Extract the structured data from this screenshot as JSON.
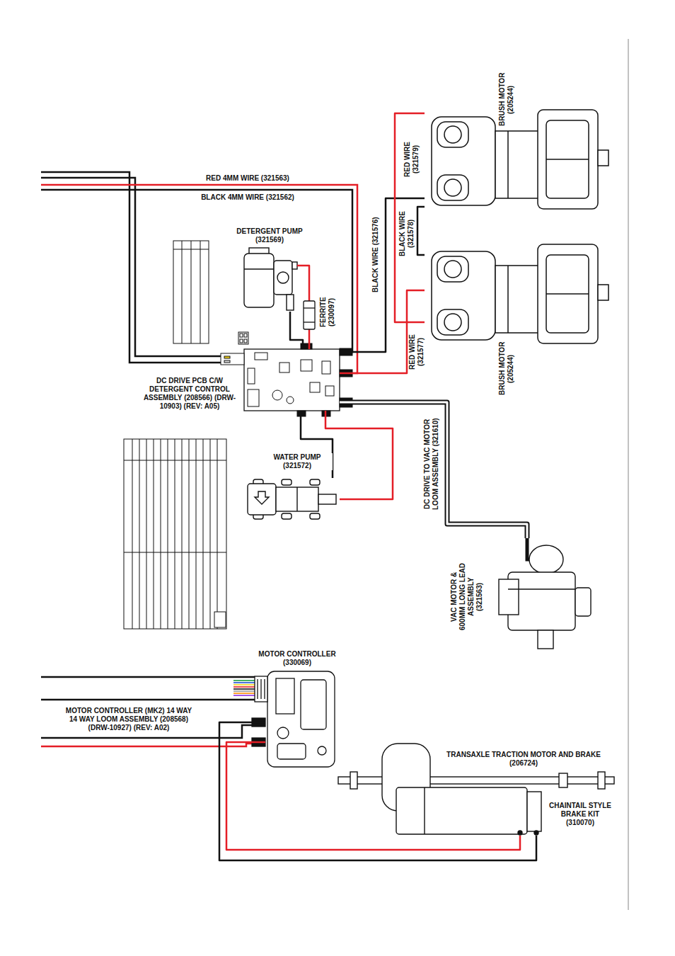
{
  "diagram": {
    "nodes": [
      {
        "text": [
          "BRUSH MOTOR (205244)"
        ]
      },
      {
        "text": [
          "DETERGENT PUMP (321569)"
        ]
      },
      {
        "text": [
          "BRUSH MOTOR (205244)"
        ]
      },
      {
        "text": [
          "DC DRIVE PCB C/W DETERGENT CONTROL ASSEMBLY (208566) (DRW-10903) (REV: A05)"
        ]
      },
      {
        "text": [
          "WATER PUMP (321572)"
        ]
      },
      {
        "text": [
          "VAC MOTOR & 600MM LONG LEAD ASSEMBLY (321563)"
        ]
      },
      {
        "text": [
          "MOTOR CONTROLLER (330069)"
        ]
      },
      {
        "text": [
          "TRANSAXLE TRACTION MOTOR AND BRAKE (206724)"
        ]
      },
      {
        "text": [
          "CHAINTAIL STYLE BRAKE KIT (310070)"
        ],
        "in": 7
      }
    ],
    "edges": [
      {
        "from": 3,
        "to": 0,
        "label": "BLACK WIRE (321576)",
        "arrow": "none"
      },
      {
        "from": 3,
        "to": 2,
        "label": "RED WIRE (321577)",
        "arrow": "none"
      },
      {
        "from": 0,
        "to": 2,
        "label": "RED WIRE (321579)",
        "arrow": "none"
      },
      {
        "from": 0,
        "to": 2,
        "label": "BLACK WIRE (321578)",
        "arrow": "none"
      },
      {
        "from": 1,
        "to": 3,
        "arrow": "none"
      },
      {
        "from": 1,
        "to": 3,
        "arrow": "none"
      },
      {
        "from": 4,
        "to": 3,
        "arrow": "none"
      },
      {
        "from": 4,
        "to": 3,
        "arrow": "none"
      },
      {
        "from": 3,
        "to": 5,
        "label": "DC DRIVE TO VAC MOTOR LOOM ASSEMBLY (321610)",
        "arrow": "none"
      },
      {
        "from": 6,
        "to": 7,
        "arrow": "none"
      },
      {
        "from": 6,
        "to": 7,
        "arrow": "none"
      }
    ],
    "labels": [
      "RED 4MM WIRE (321563)",
      "BLACK 4MM WIRE (321562)",
      "FERRITE (230097)",
      "MOTOR CONTROLLER (MK2) 14 WAY 14 WAY LOOM ASSEMBLY (208568) (DRW-10927) (REV: A02)"
    ]
  }
}
